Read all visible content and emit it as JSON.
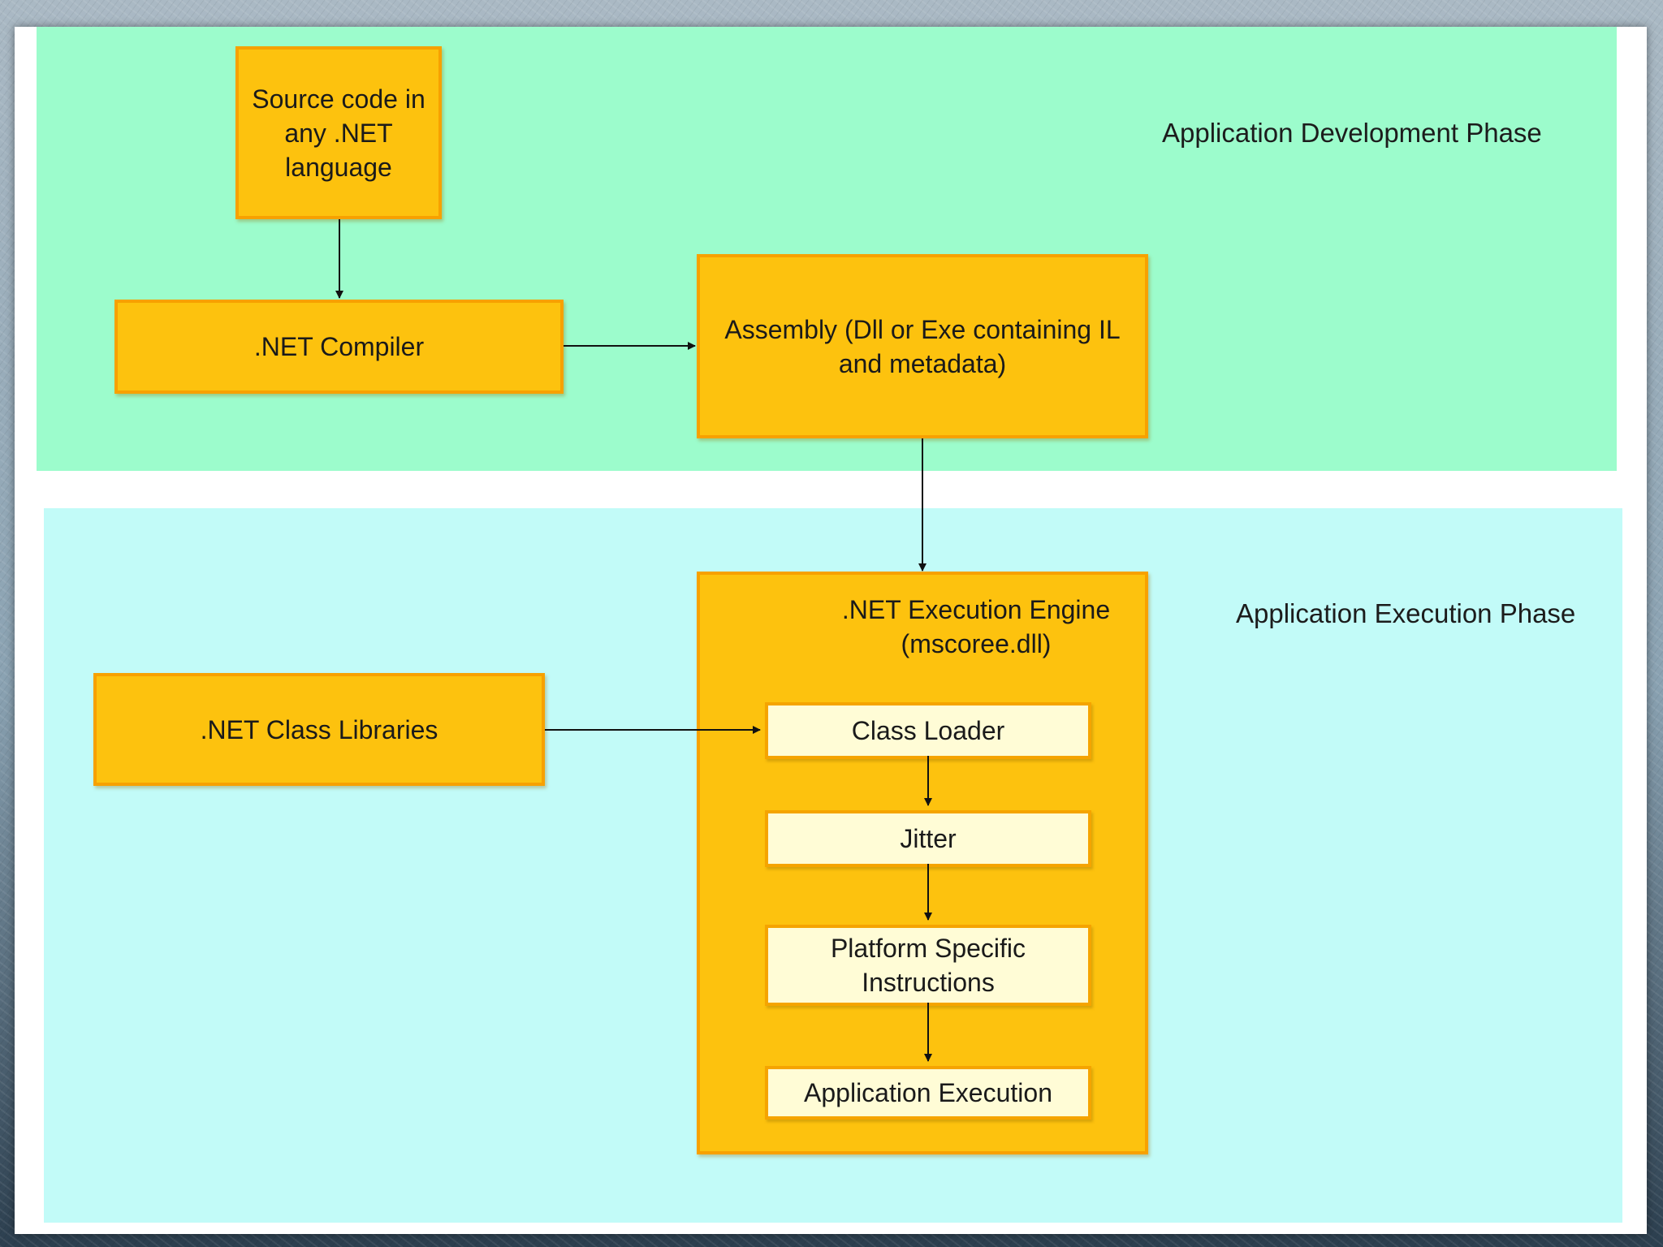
{
  "phases": {
    "development": "Application Development Phase",
    "execution": "Application Execution Phase"
  },
  "nodes": {
    "source_code": "Source code in any .NET language",
    "compiler": ".NET Compiler",
    "assembly": "Assembly (Dll or Exe containing IL and metadata)",
    "class_libraries": ".NET Class Libraries",
    "engine": ".NET Execution Engine (mscoree.dll)",
    "class_loader": "Class Loader",
    "jitter": "Jitter",
    "platform_instructions": "Platform Specific Instructions",
    "app_execution": "Application Execution"
  },
  "colors": {
    "dev_phase_bg": "#9cfccc",
    "exec_phase_bg": "#c2fbf8",
    "box_fill": "#fdc20e",
    "box_border": "#f7a100",
    "step_fill": "#fffcd6"
  }
}
